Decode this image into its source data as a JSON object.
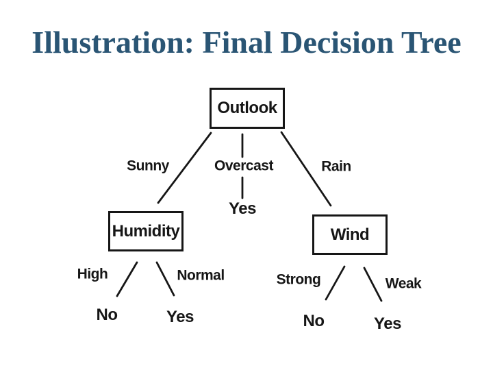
{
  "slide": {
    "title": "Illustration: Final Decision Tree"
  },
  "tree": {
    "root": "Outlook",
    "children": [
      {
        "branch": "Sunny",
        "node": "Humidity",
        "children": [
          {
            "branch": "High",
            "leaf": "No"
          },
          {
            "branch": "Normal",
            "leaf": "Yes"
          }
        ]
      },
      {
        "branch": "Overcast",
        "leaf": "Yes"
      },
      {
        "branch": "Rain",
        "node": "Wind",
        "children": [
          {
            "branch": "Strong",
            "leaf": "No"
          },
          {
            "branch": "Weak",
            "leaf": "Yes"
          }
        ]
      }
    ]
  },
  "colors": {
    "background": "#ffffff",
    "title_text": "#2a5574",
    "tree_ink": "#161616"
  }
}
